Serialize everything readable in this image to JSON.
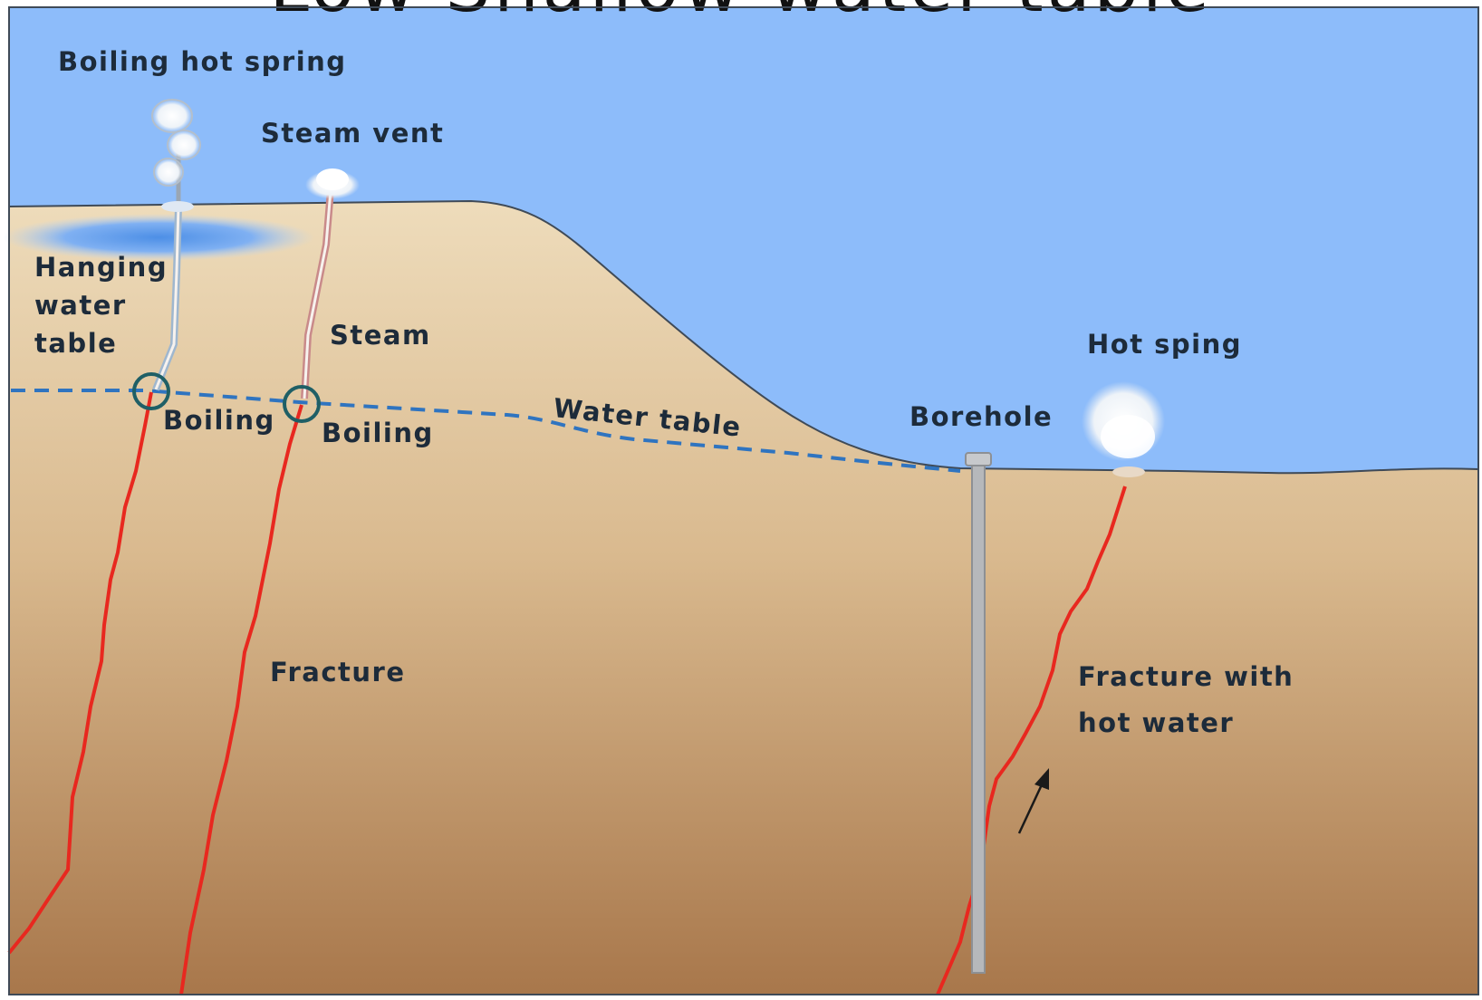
{
  "title": "Low Shallow water table",
  "colors": {
    "sky": "#8dbcfa",
    "ground_top": "#eedcbb",
    "ground_bottom": "#a8774b",
    "fracture": "#e8281f",
    "water_table": "#2f74c0",
    "boiling_ring": "#1f5f66",
    "borehole": "#b6b8bb"
  },
  "labels": {
    "boiling_hot_spring": "Boiling hot spring",
    "steam_vent": "Steam vent",
    "hanging_line1": "Hanging",
    "hanging_line2": "water",
    "hanging_line3": "table",
    "steam": "Steam",
    "boiling_1": "Boiling",
    "boiling_2": "Boiling",
    "water_table": "Water table",
    "borehole": "Borehole",
    "hot_spring": "Hot sping",
    "fracture": "Fracture",
    "fracture_hot_line1": "Fracture with",
    "fracture_hot_line2": "hot water"
  }
}
